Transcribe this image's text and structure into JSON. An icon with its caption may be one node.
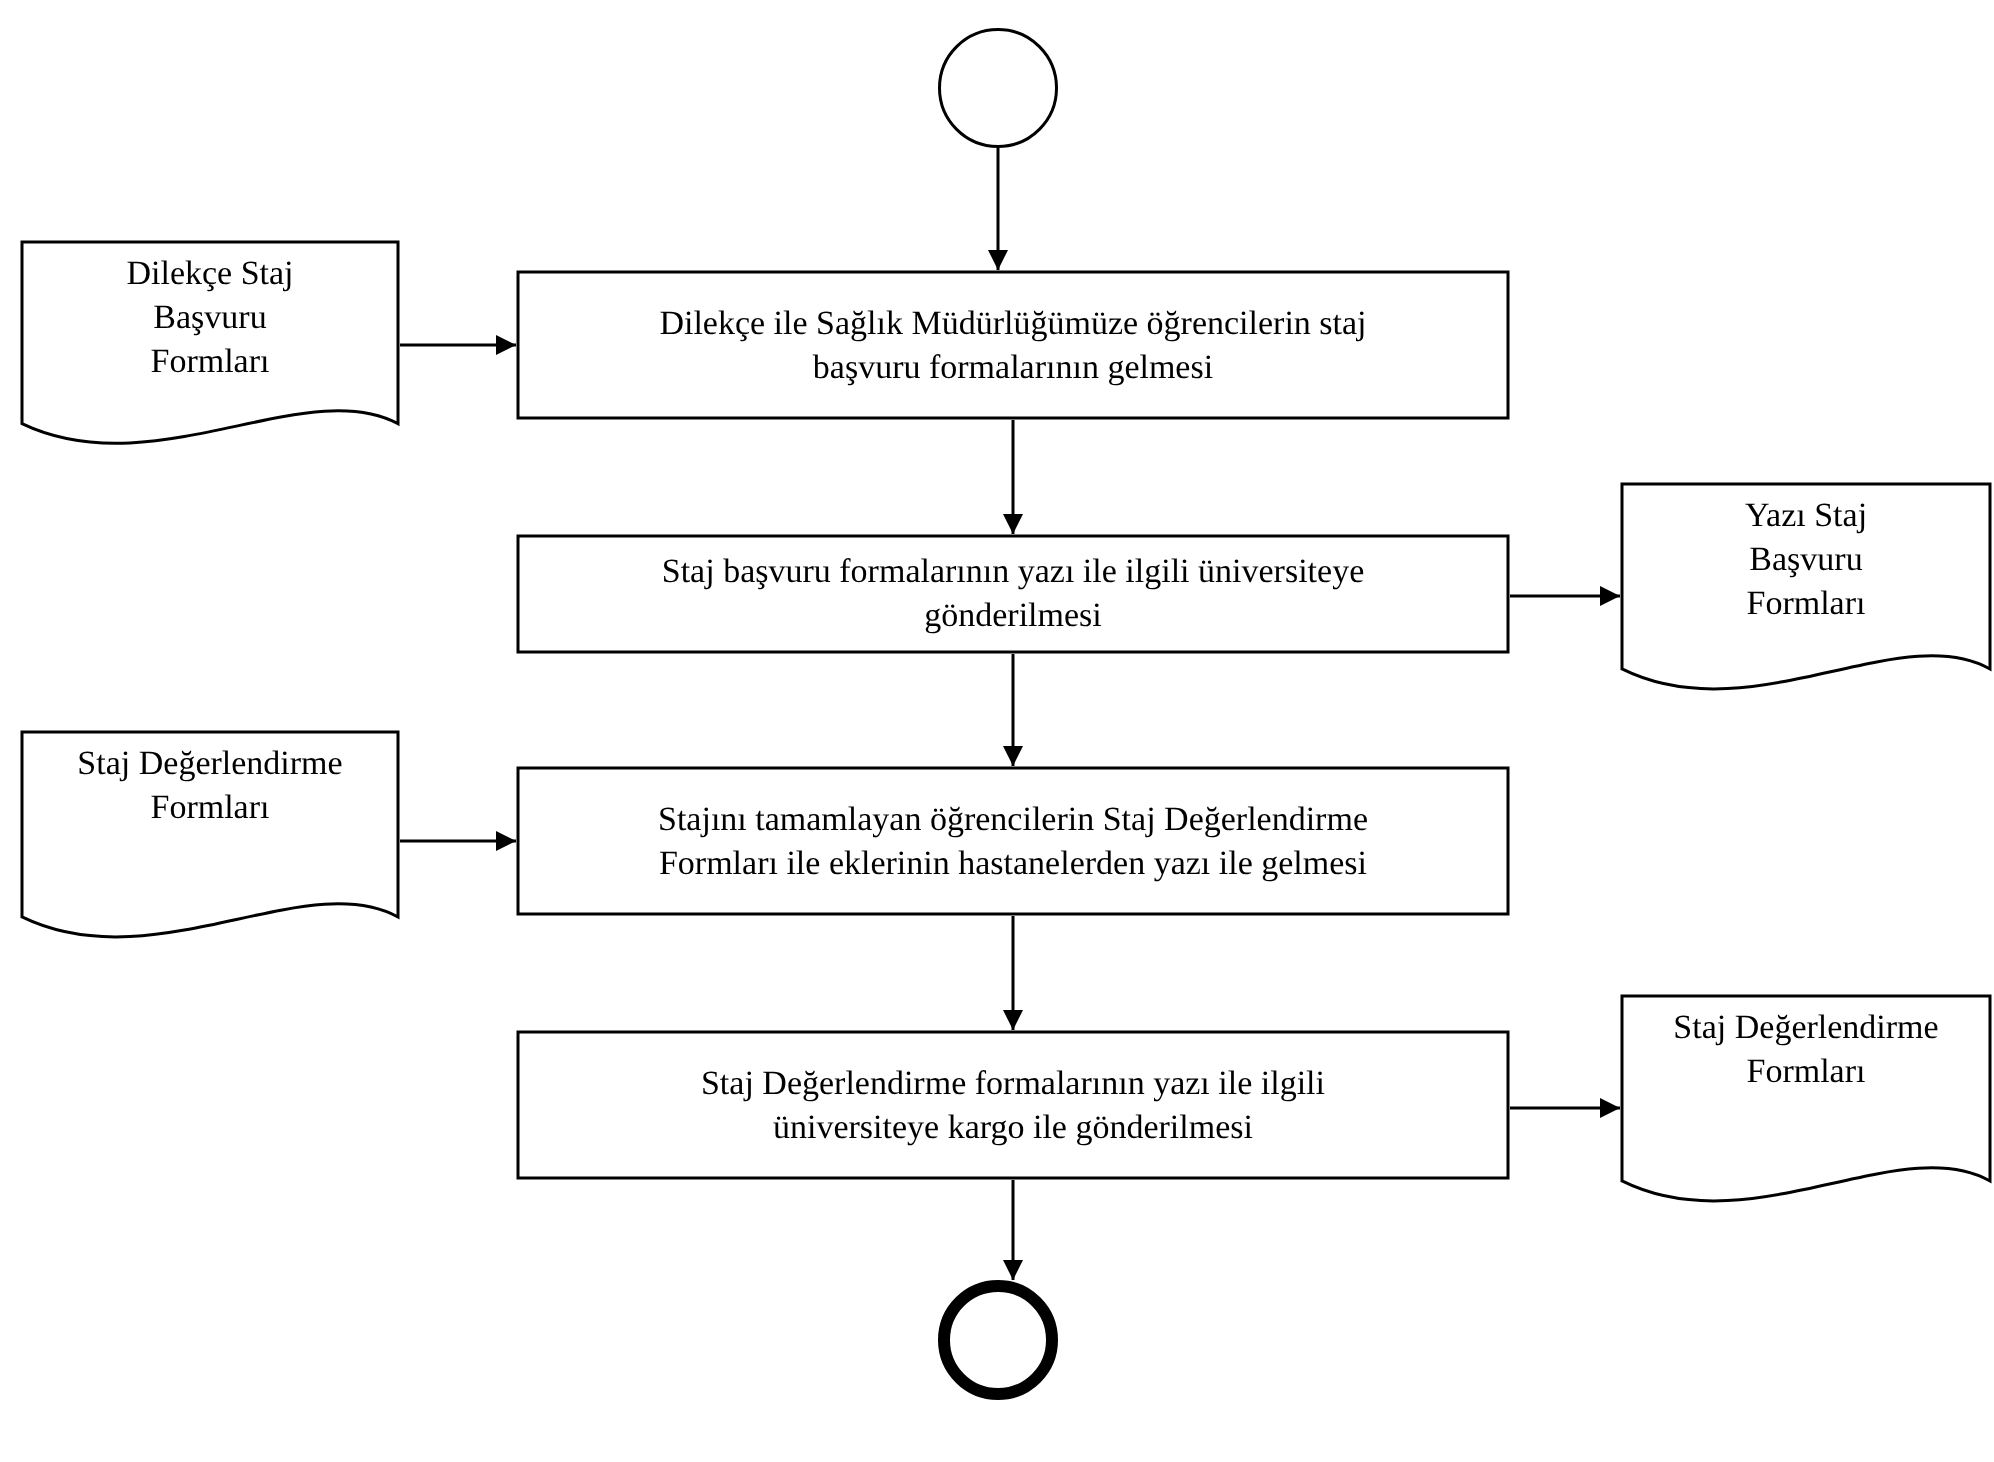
{
  "diagram": {
    "nodes": [
      {
        "text": [],
        "shape": "circle"
      },
      {
        "text": [
          "Dilekçe Staj Başvuru Formları"
        ]
      },
      {
        "text": [
          "Dilekçe ile Sağlık Müdürlüğümüze öğrencilerin staj başvuru formalarının gelmesi"
        ]
      },
      {
        "text": [
          "Staj başvuru formalarının yazı ile ilgili üniversiteye gönderilmesi"
        ]
      },
      {
        "text": [
          "Yazı Staj Başvuru Formları"
        ]
      },
      {
        "text": [
          "Staj Değerlendirme Formları"
        ]
      },
      {
        "text": [
          "Stajını tamamlayan öğrencilerin Staj Değerlendirme Formları ile eklerinin hastanelerden yazı ile gelmesi"
        ]
      },
      {
        "text": [
          "Staj Değerlendirme formalarının yazı ile ilgili üniversiteye kargo ile gönderilmesi"
        ]
      },
      {
        "text": [
          "Staj Değerlendirme Formları"
        ]
      },
      {
        "text": [],
        "shape": "circle"
      }
    ],
    "edges": [
      {
        "from": 0,
        "to": 2,
        "arrow": "to"
      },
      {
        "from": 1,
        "to": 2,
        "arrow": "to"
      },
      {
        "from": 2,
        "to": 3,
        "arrow": "to"
      },
      {
        "from": 3,
        "to": 4,
        "arrow": "to"
      },
      {
        "from": 3,
        "to": 6,
        "arrow": "to"
      },
      {
        "from": 5,
        "to": 6,
        "arrow": "to"
      },
      {
        "from": 6,
        "to": 7,
        "arrow": "to"
      },
      {
        "from": 7,
        "to": 8,
        "arrow": "to"
      },
      {
        "from": 7,
        "to": 9,
        "arrow": "to"
      }
    ]
  }
}
